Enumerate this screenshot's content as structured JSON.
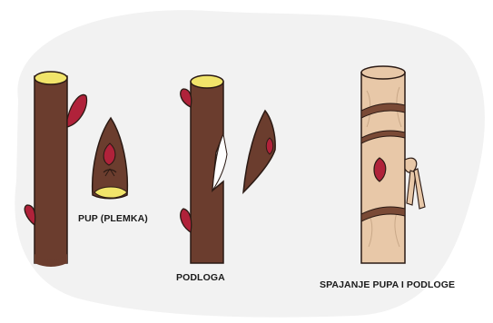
{
  "labels": {
    "pup": "PUP (PLEMKA)",
    "podloga": "PODLOGA",
    "spajanje": "SPAJANJE PUPA I PODLOGE"
  },
  "colors": {
    "background_blob": "#f2f2f2",
    "bark": "#6b3d2e",
    "cut_top": "#f1e46a",
    "bud": "#b0223a",
    "outline": "#2b1a14",
    "bark_light": "#e8c8a8",
    "tie_band": "#7a4a36"
  }
}
